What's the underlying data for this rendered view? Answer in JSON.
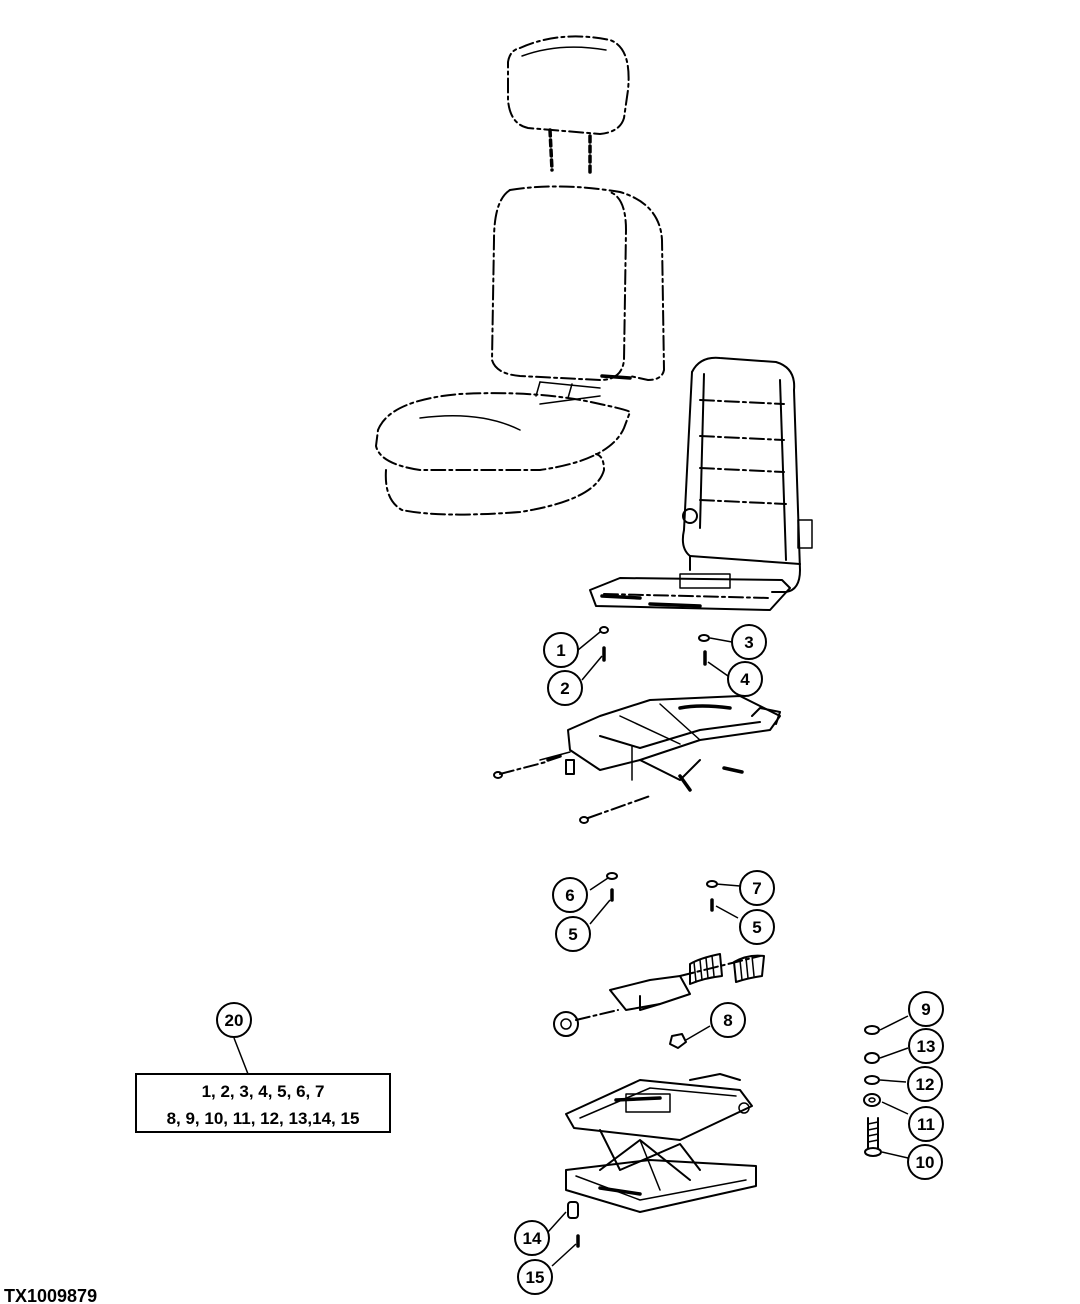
{
  "figure": {
    "id": "TX1009879"
  },
  "callouts": [
    {
      "label": "1"
    },
    {
      "label": "2"
    },
    {
      "label": "3"
    },
    {
      "label": "4"
    },
    {
      "label": "6"
    },
    {
      "label": "5"
    },
    {
      "label": "7"
    },
    {
      "label": "5"
    },
    {
      "label": "8"
    },
    {
      "label": "9"
    },
    {
      "label": "13"
    },
    {
      "label": "12"
    },
    {
      "label": "11"
    },
    {
      "label": "10"
    },
    {
      "label": "14"
    },
    {
      "label": "15"
    },
    {
      "label": "20"
    }
  ],
  "kit_box": {
    "line1": "1, 2, 3, 4, 5, 6, 7",
    "line2": "8, 9, 10, 11, 12, 13,14, 15"
  }
}
